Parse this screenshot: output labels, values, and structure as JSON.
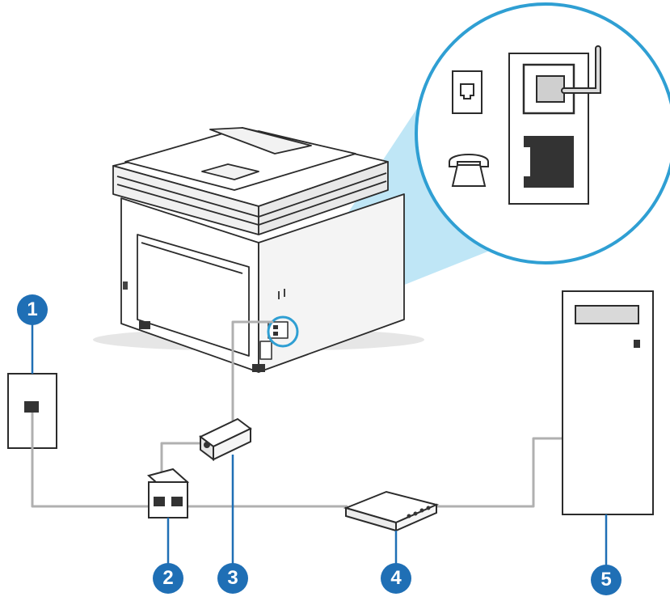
{
  "colors": {
    "callout": "#1f6fb5",
    "zoom_ring": "#2f9fd3",
    "zoom_beam": "#bfe6f6",
    "line": "#2b2b2b",
    "cable": "#b0b0b0",
    "jack": "#333333"
  },
  "icons": {
    "line_port": "phone-jack-icon",
    "ext_port": "telephone-handset-icon"
  },
  "callouts": [
    {
      "label": "1"
    },
    {
      "label": "2"
    },
    {
      "label": "3"
    },
    {
      "label": "4"
    },
    {
      "label": "5"
    }
  ]
}
